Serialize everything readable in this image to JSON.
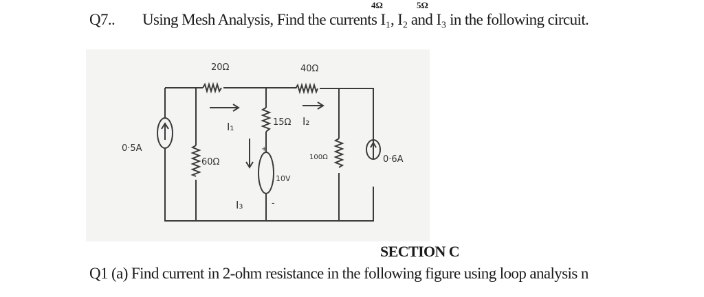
{
  "header_fragments": {
    "left": "4Ω",
    "right": "5Ω"
  },
  "question7": {
    "number": "Q7..",
    "text": "Using Mesh Analysis, Find the currents I₁, I₂ and I₃ in the following circuit."
  },
  "circuit": {
    "labels": {
      "r_top_left": "20Ω",
      "r_top_right": "40Ω",
      "r_middle": "15Ω",
      "r_left": "60Ω",
      "r_right": "100Ω",
      "source_left": "0·5A",
      "source_right": "0·6A",
      "voltage_source": "10V",
      "plus": "+",
      "minus": "-",
      "i1": "I₁",
      "i2": "I₂",
      "i3": "I₃"
    }
  },
  "section": {
    "title": "SECTION C"
  },
  "question1": {
    "text": "Q1 (a) Find current in 2-ohm resistance in the following figure using loop analysis n"
  }
}
